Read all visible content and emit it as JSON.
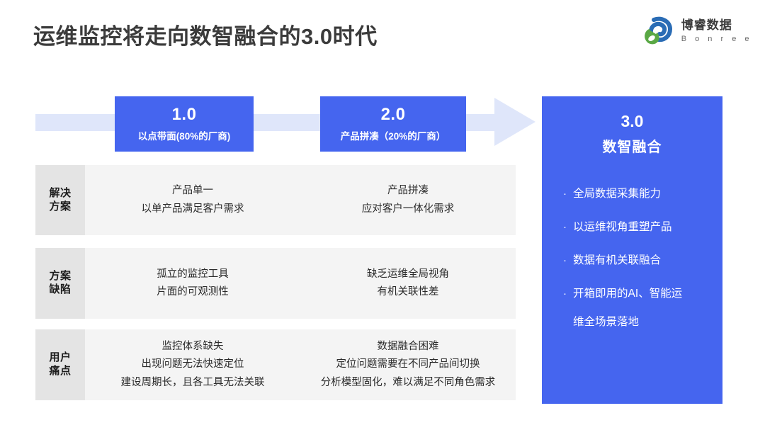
{
  "page": {
    "title": "运维监控将走向数智融合的3.0时代"
  },
  "logo": {
    "name_cn": "博睿数据",
    "name_en": "B o n r e e",
    "mark_blue": "#2a6cb5",
    "mark_green": "#5aa845"
  },
  "colors": {
    "brand_blue": "#4565ef",
    "arrow_blue": "#dfe6fa",
    "row_bg": "#f4f4f4",
    "label_bg": "#e4e4e4",
    "title_gray": "#3b3b3b"
  },
  "stages": [
    {
      "number": "1.0",
      "subtitle": "以点带面(80%的厂商)"
    },
    {
      "number": "2.0",
      "subtitle": "产品拼凑（20%的厂商）"
    }
  ],
  "rows": [
    {
      "label": "解决方案",
      "cells": [
        [
          "产品单一",
          "以单产品满足客户需求"
        ],
        [
          "产品拼凑",
          "应对客户一体化需求"
        ]
      ]
    },
    {
      "label": "方案缺陷",
      "cells": [
        [
          "孤立的监控工具",
          "片面的可观测性"
        ],
        [
          "缺乏运维全局视角",
          "有机关联性差"
        ]
      ]
    },
    {
      "label": "用户痛点",
      "cells": [
        [
          "监控体系缺失",
          "出现问题无法快速定位",
          "建设周期长，且各工具无法关联"
        ],
        [
          "数据融合困难",
          "定位问题需要在不同产品间切换",
          "分析模型固化，难以满足不同角色需求"
        ]
      ]
    }
  ],
  "panel3": {
    "number": "3.0",
    "subtitle": "数智融合",
    "bullet_glyph": "·",
    "items": [
      {
        "line1": "全局数据采集能力",
        "line2": ""
      },
      {
        "line1": "以运维视角重塑产品",
        "line2": ""
      },
      {
        "line1": "数据有机关联融合",
        "line2": ""
      },
      {
        "line1": "开箱即用的AI、智能运",
        "line2": "维全场景落地"
      }
    ]
  }
}
